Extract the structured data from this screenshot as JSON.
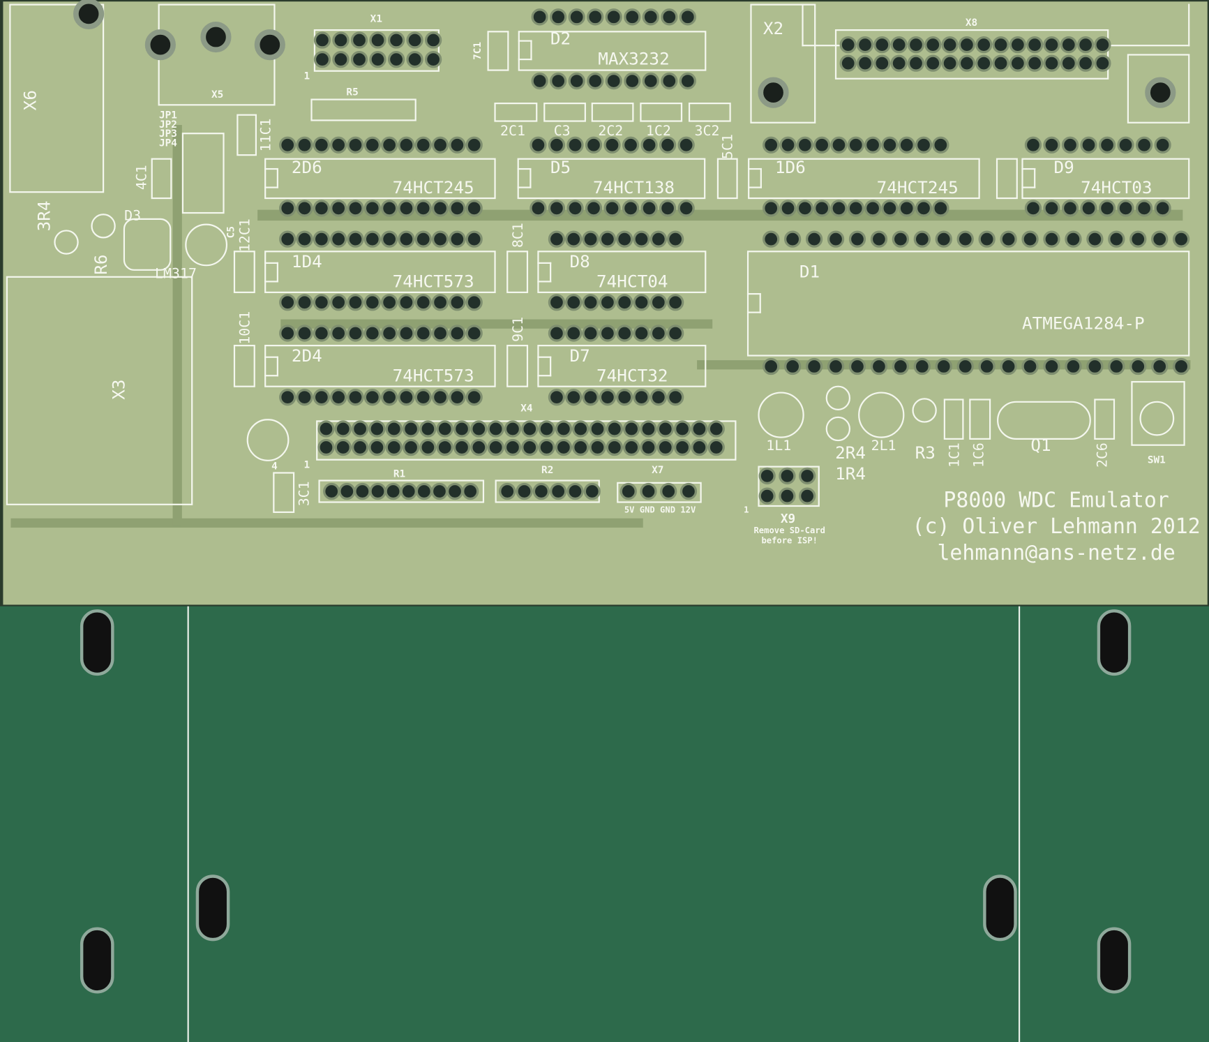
{
  "board": {
    "colors": {
      "solder_mask_top": "#aebd8f",
      "solder_mask_panel": "#2d6a4b",
      "silkscreen": "#f4f7ee"
    },
    "connectors": {
      "x6": "X6",
      "x5": "X5",
      "x1": "X1",
      "x1_pin1": "1",
      "x2": "X2",
      "x8": "X8",
      "x3": "X3",
      "x4": "X4",
      "x4_pin1": "1",
      "x7": "X7",
      "x9": "X9",
      "x9_pin1": "1"
    },
    "x7_pins": "5V GND GND 12V",
    "x9_note": [
      "Remove SD-Card",
      "before ISP!"
    ],
    "jumpers": [
      "JP1",
      "JP2",
      "JP3",
      "JP4"
    ],
    "ics": {
      "d2": {
        "ref": "D2",
        "part": "MAX3232"
      },
      "d2_6": {
        "ref": "2D6",
        "part": "74HCT245"
      },
      "d5": {
        "ref": "D5",
        "part": "74HCT138"
      },
      "d1_6": {
        "ref": "1D6",
        "part": "74HCT245"
      },
      "d9": {
        "ref": "D9",
        "part": "74HCT03"
      },
      "d1_4": {
        "ref": "1D4",
        "part": "74HCT573"
      },
      "d8": {
        "ref": "D8",
        "part": "74HCT04"
      },
      "d1": {
        "ref": "D1",
        "part": "ATMEGA1284-P"
      },
      "d2_4": {
        "ref": "2D4",
        "part": "74HCT573"
      },
      "d7": {
        "ref": "D7",
        "part": "74HCT32"
      }
    },
    "passives": {
      "c7_1": "7C1",
      "r5": "R5",
      "c2_1": "2C1",
      "c3": "C3",
      "c2_2": "2C2",
      "c1_2": "1C2",
      "c3_2": "3C2",
      "c11_1": "11C1",
      "c4_1": "4C1",
      "c5_1": "5C1",
      "r3_4": "3R4",
      "d3": "D3",
      "r6": "R6",
      "lm317": "LM317",
      "c5": "C5",
      "c12_1": "12C1",
      "c8_1": "8C1",
      "c10_1": "10C1",
      "c9_1": "9C1",
      "c4": "4",
      "l1_1": "1L1",
      "l2_1": "2L1",
      "r2_4": "2R4",
      "r1_4": "1R4",
      "r3": "R3",
      "c1_1": "1C1",
      "c1_6": "1C6",
      "q1": "Q1",
      "c2_6": "2C6",
      "sw1": "SW1",
      "c3_1": "3C1",
      "r1": "R1",
      "r2": "R2"
    },
    "footer": [
      "P8000 WDC Emulator",
      "(c) Oliver Lehmann 2012",
      "lehmann@ans-netz.de"
    ]
  }
}
